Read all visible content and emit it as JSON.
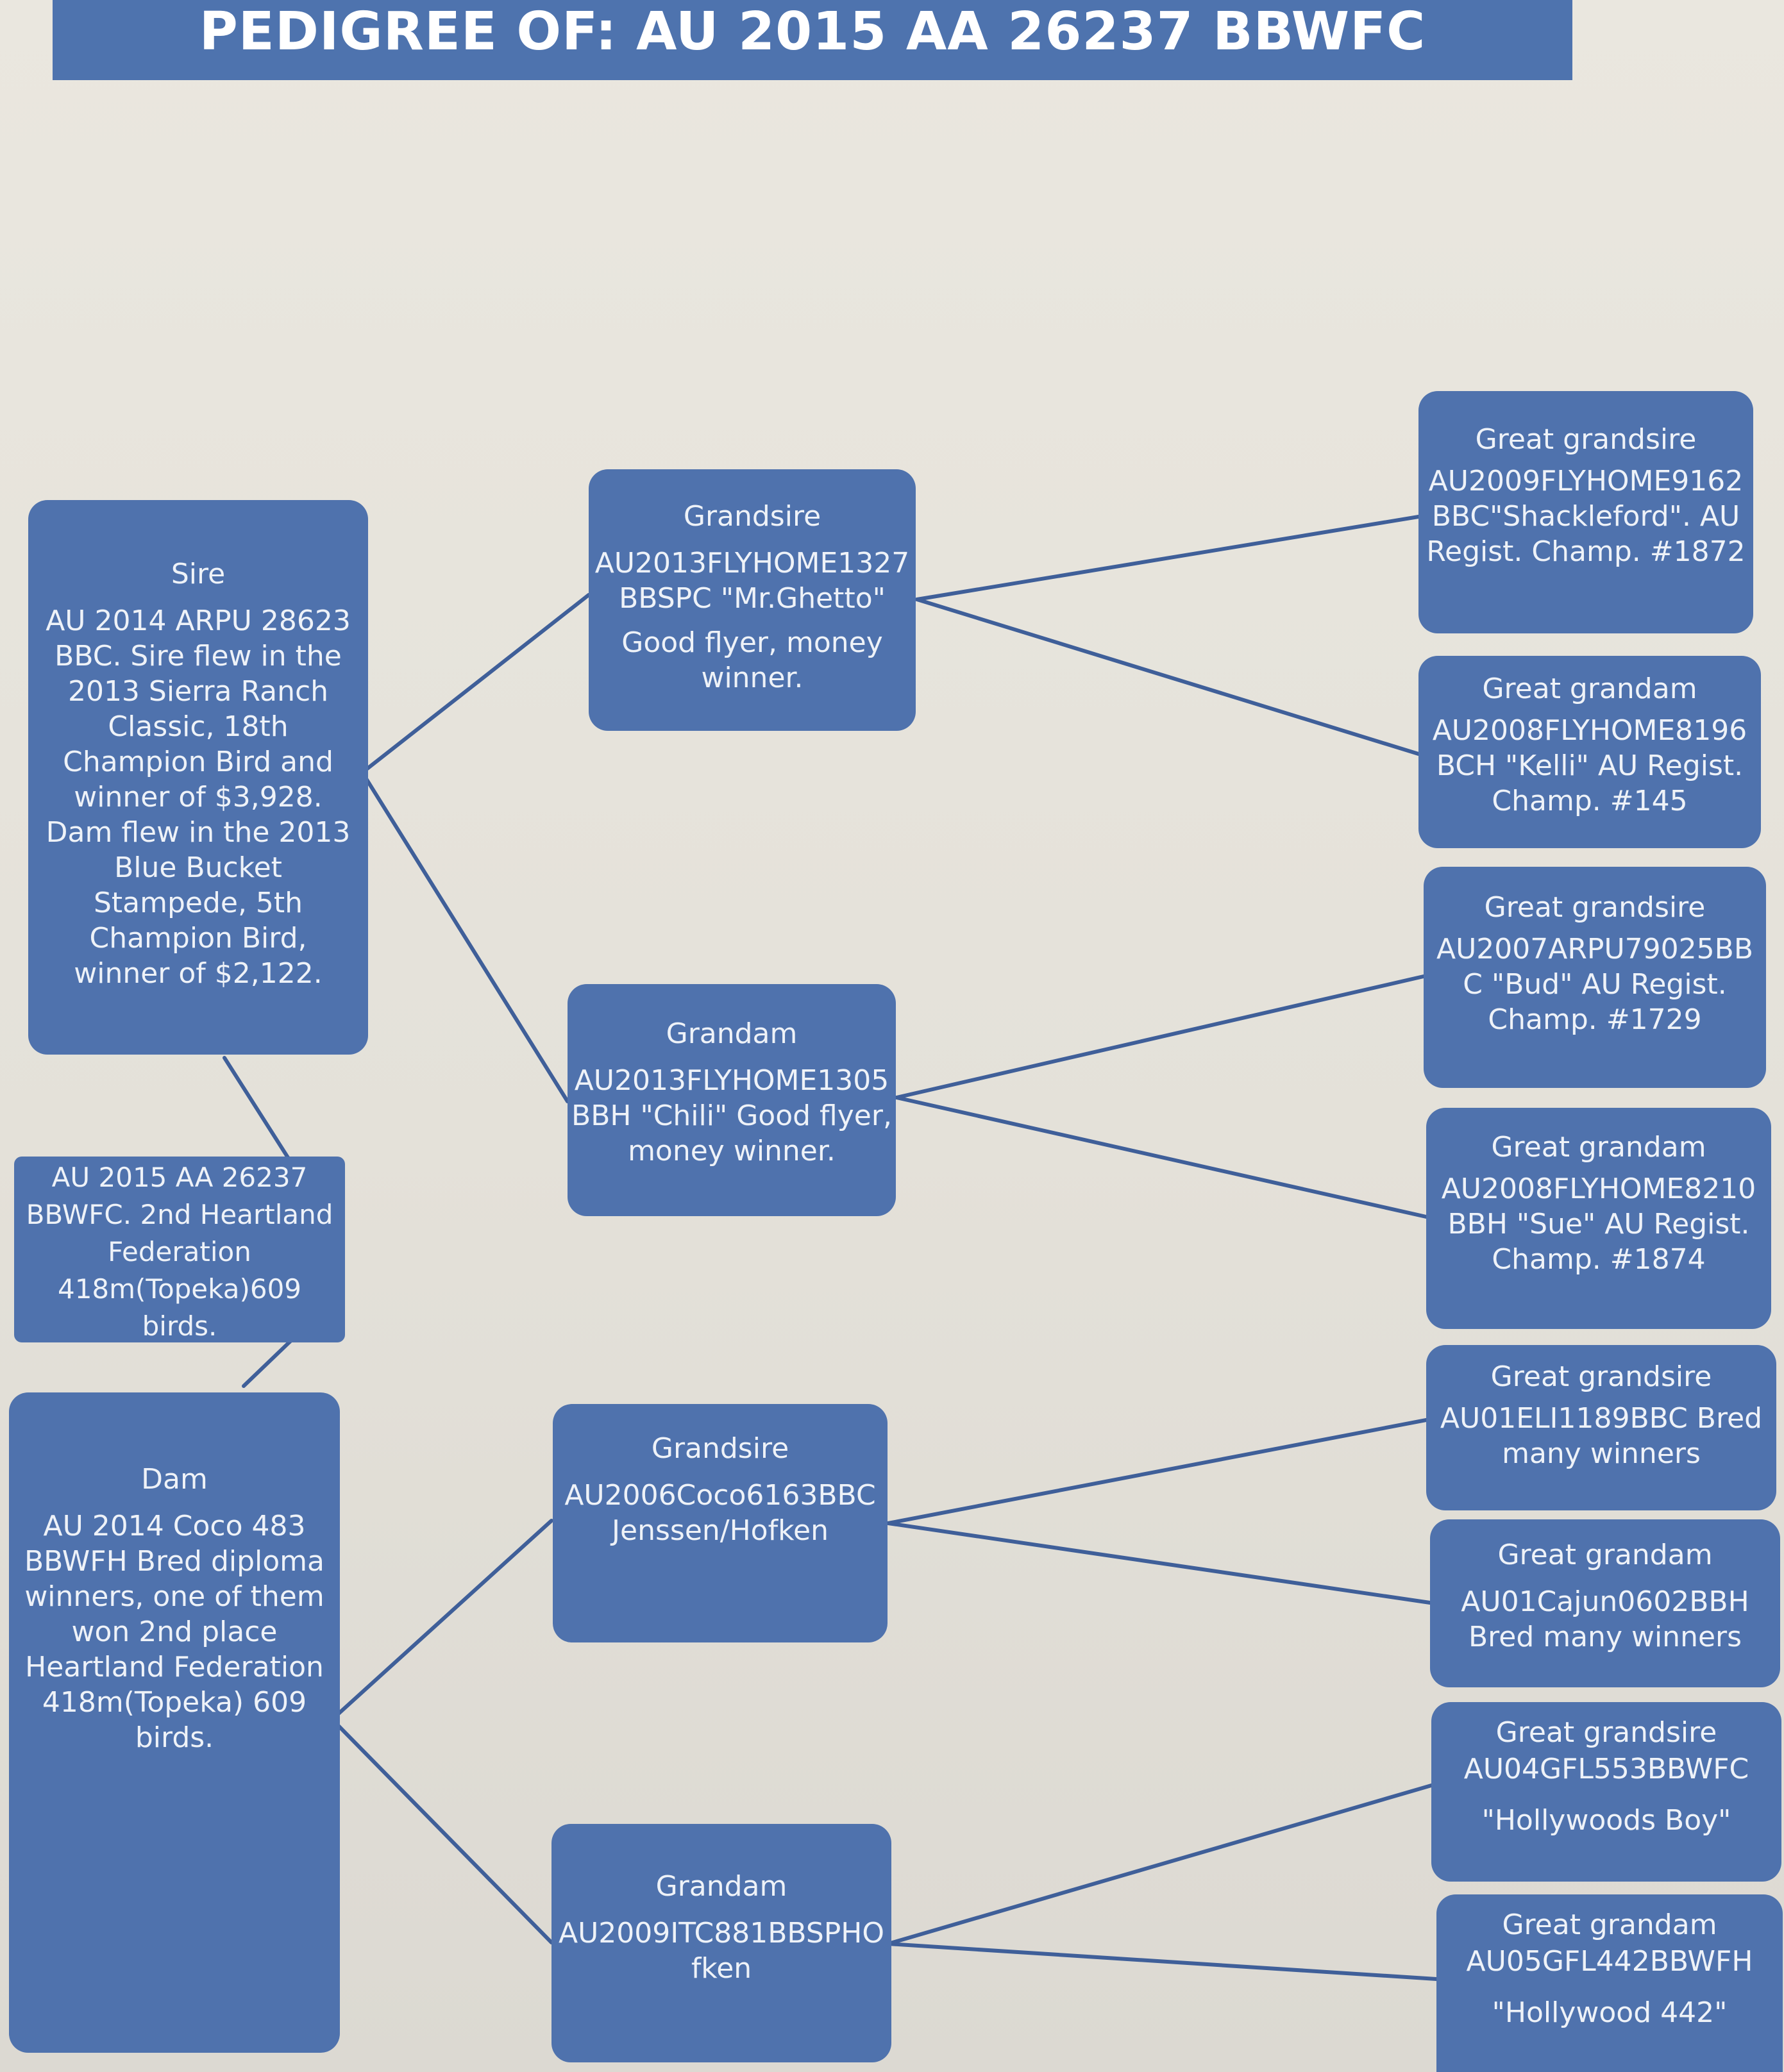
{
  "title": "PEDIGREE OF: AU 2015 AA 26237 BBWFC",
  "subject": {
    "text": "AU 2015 AA 26237\nBBWFC. 2nd Heartland\nFederation\n418m(Topeka)609\nbirds."
  },
  "sire": {
    "label": "Sire",
    "text": "AU 2014 ARPU 28623\nBBC. Sire flew in the\n2013 Sierra Ranch\nClassic, 18th\nChampion Bird and\nwinner of $3,928.\nDam flew in the 2013\nBlue Bucket\nStampede, 5th\nChampion Bird,\nwinner of $2,122."
  },
  "dam": {
    "label": "Dam",
    "text": "AU 2014 Coco 483\nBBWFH Bred diploma\nwinners, one of them\nwon 2nd place\nHeartland Federation\n418m(Topeka) 609\nbirds."
  },
  "grandparents": [
    {
      "label": "Grandsire",
      "text": "AU2013FLYHOME1327\nBBSPC \"Mr.Ghetto\"",
      "text2": "Good  flyer, money\nwinner."
    },
    {
      "label": "Grandam",
      "text": "AU2013FLYHOME1305\nBBH \"Chili\" Good flyer,\nmoney winner.",
      "text2": ""
    },
    {
      "label": "Grandsire",
      "text": "AU2006Coco6163BBC\nJenssen/Hofken",
      "text2": ""
    },
    {
      "label": "Grandam",
      "text": "AU2009ITC881BBSPHO\nfken",
      "text2": ""
    }
  ],
  "great_grandparents": [
    {
      "label": "Great grandsire",
      "text": "AU2009FLYHOME9162\nBBC\"Shackleford\". AU\nRegist. Champ. #1872"
    },
    {
      "label": "Great grandam",
      "text": "AU2008FLYHOME8196\nBCH \"Kelli\" AU Regist.\nChamp. #145"
    },
    {
      "label": "Great grandsire",
      "text": "AU2007ARPU79025BB\nC \"Bud\" AU Regist.\nChamp. #1729"
    },
    {
      "label": "Great grandam",
      "text": "AU2008FLYHOME8210\nBBH \"Sue\" AU Regist.\nChamp. #1874"
    },
    {
      "label": "Great grandsire",
      "text": "AU01ELI1189BBC Bred\nmany winners"
    },
    {
      "label": "Great grandam",
      "text": "AU01Cajun0602BBH\nBred many winners"
    },
    {
      "label": "Great grandsire",
      "text": "AU04GFL553BBWFC\n\n\"Hollywoods Boy\""
    },
    {
      "label": "Great grandam",
      "text": "AU05GFL442BBWFH\n\n\"Hollywood 442\""
    }
  ],
  "colors": {
    "box_fill": "#4f72ad",
    "banner_fill": "#4e73ae",
    "connector": "#3f5f99",
    "paper": "#e6e3dc"
  }
}
